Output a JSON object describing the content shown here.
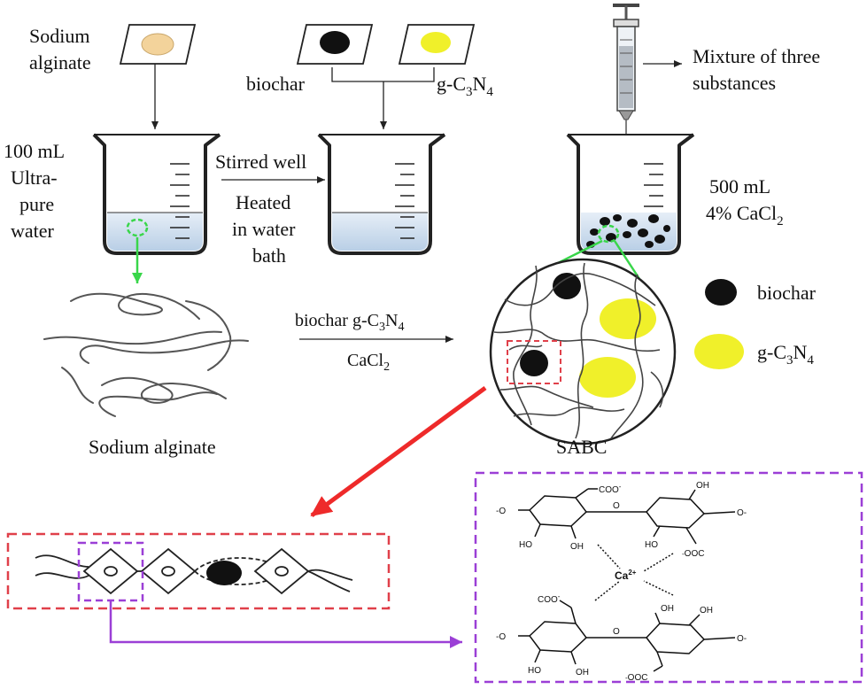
{
  "colors": {
    "biochar": "#111111",
    "g_c3n4": "#f0f02a",
    "sodium_alginate_pad": "#f3d39b",
    "liquid": "#cfe0ef",
    "green_arrow": "#39d64a",
    "red_arrow": "#ee2a2a",
    "red_box": "#e0404a",
    "purple": "#9b3fd6"
  },
  "labels": {
    "sodium_alginate_top": [
      "Sodium",
      "alginate"
    ],
    "biochar_top": "biochar",
    "g_c3n4_top": {
      "prefix": "g-C",
      "sub1": "3",
      "mid": "N",
      "sub2": "4"
    },
    "mixture": [
      "Mixture of three",
      "substances"
    ],
    "water": [
      "100 mL",
      "Ultra-",
      "pure",
      "water"
    ],
    "stirred": "Stirred well",
    "heated": [
      "Heated",
      "in water",
      "bath"
    ],
    "cacl2_500": [
      "500 mL",
      "4% CaCl",
      "2"
    ],
    "arrow_biochar": {
      "prefix": "biochar g-C",
      "sub1": "3",
      "mid": "N",
      "sub2": "4"
    },
    "arrow_cacl2": {
      "prefix": "CaCl",
      "sub": "2"
    },
    "sodium_alginate_bottom": "Sodium alginate",
    "sabc": "SABC",
    "legend_biochar": "biochar",
    "legend_g_c3n4": {
      "prefix": "g-C",
      "sub1": "3",
      "mid": "N",
      "sub2": "4"
    }
  },
  "chemistry": {
    "coo_top1": "COO",
    "minus": "-",
    "oh": "OH",
    "ho": "HO",
    "ooc": "OOC",
    "o": "O",
    "ca": "Ca",
    "ca_charge": "2+",
    "minus_o": "-O",
    "o_minus": "O-"
  }
}
